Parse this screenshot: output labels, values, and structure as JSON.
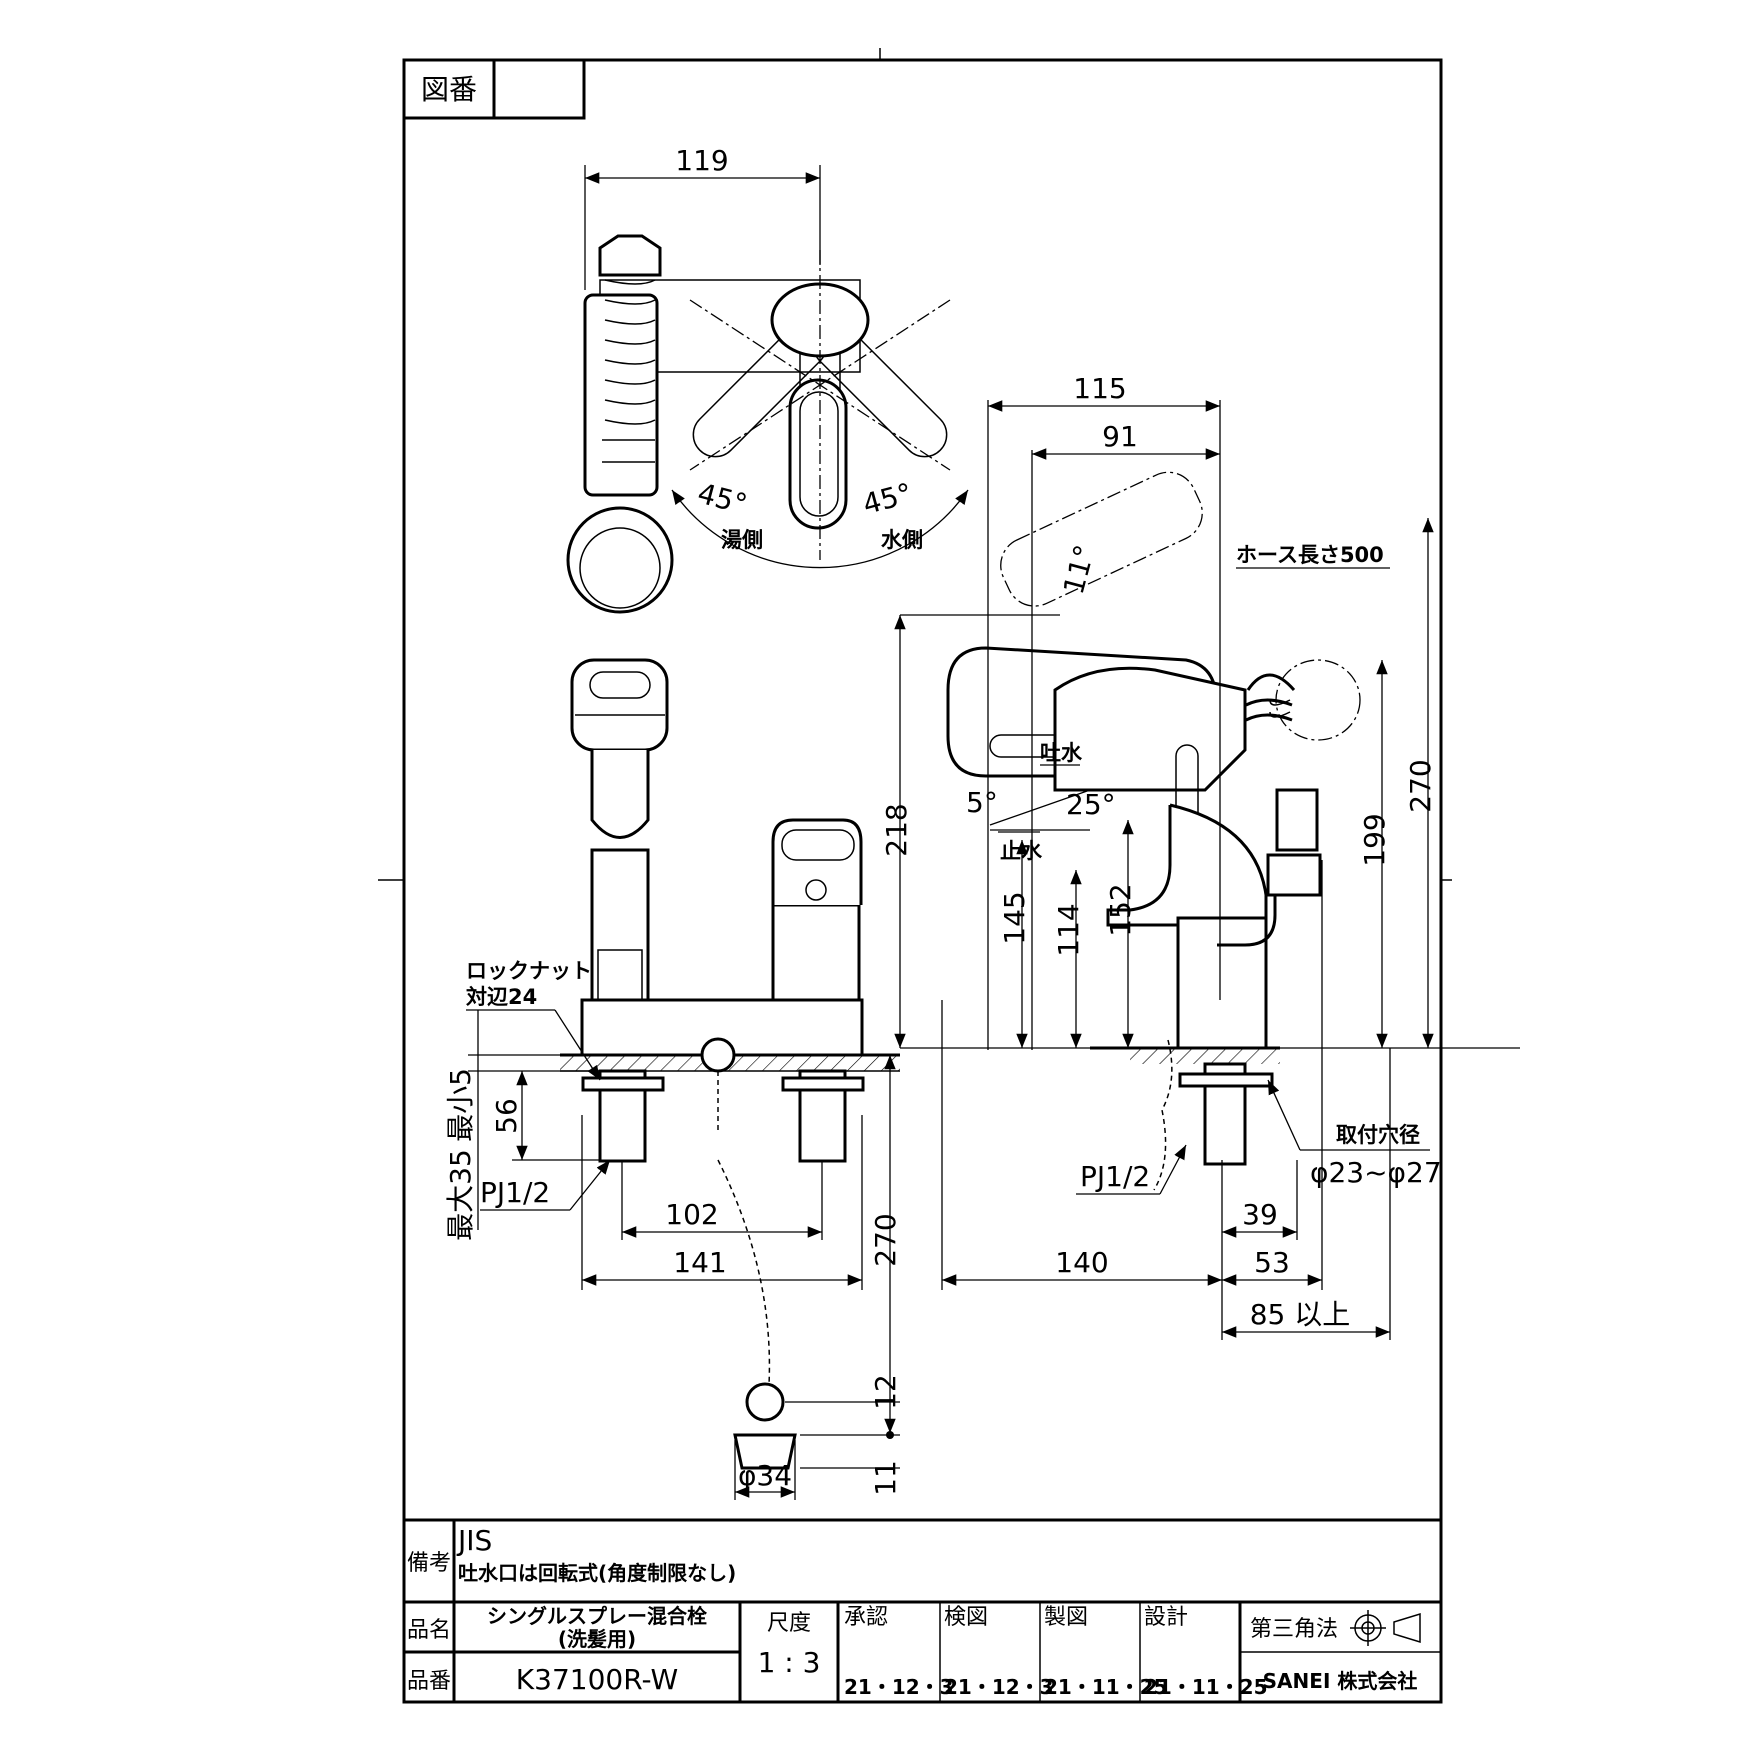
{
  "header": {
    "drawing_number_label": "図番",
    "drawing_number": ""
  },
  "top_view": {
    "dim_width": "119",
    "angle_hot": "45°",
    "angle_cold": "45°",
    "hot_side": "湯側",
    "cold_side": "水側"
  },
  "side_view": {
    "dim_115": "115",
    "dim_91": "91",
    "hose_length": "ホース長さ500",
    "angle_11": "11°",
    "dim_218": "218",
    "dim_145": "145",
    "dim_114": "114",
    "dim_152": "152",
    "dim_199": "199",
    "dim_270": "270",
    "angle_5": "5°",
    "angle_25": "25°",
    "spout": "吐水",
    "stop": "止水",
    "mount_hole": "取付穴径",
    "mount_hole_size": "φ23~φ27",
    "thread": "PJ1/2",
    "dim_39": "39",
    "dim_140": "140",
    "dim_53": "53",
    "dim_85": "85 以上"
  },
  "front_view": {
    "locknut": "ロックナット",
    "locknut_size": "対辺24",
    "dim_56": "56",
    "max_thickness": "最大35",
    "min_thickness": "最小5",
    "thread": "PJ1/2",
    "dim_102": "102",
    "dim_141": "141",
    "chain_length": "270",
    "dim_12": "12",
    "dim_11": "11",
    "dim_34": "φ34"
  },
  "notes": {
    "label": "備考",
    "standard": "JIS",
    "note": "吐水口は回転式(角度制限なし)"
  },
  "title_block": {
    "name_label": "品名",
    "name_line1": "シングルスプレー混合栓",
    "name_line2": "(洗髪用)",
    "part_label": "品番",
    "part_number": "K37100R-W",
    "scale_label": "尺度",
    "scale": "1 : 3",
    "approved_label": "承認",
    "approved_date": "21・12・3",
    "checked_label": "検図",
    "checked_date": "21・12・3",
    "drawn_label": "製図",
    "drawn_date": "21・11・25",
    "designed_label": "設計",
    "designed_date": "21・11・25",
    "projection": "第三角法",
    "company": "SANEI 株式会社"
  }
}
